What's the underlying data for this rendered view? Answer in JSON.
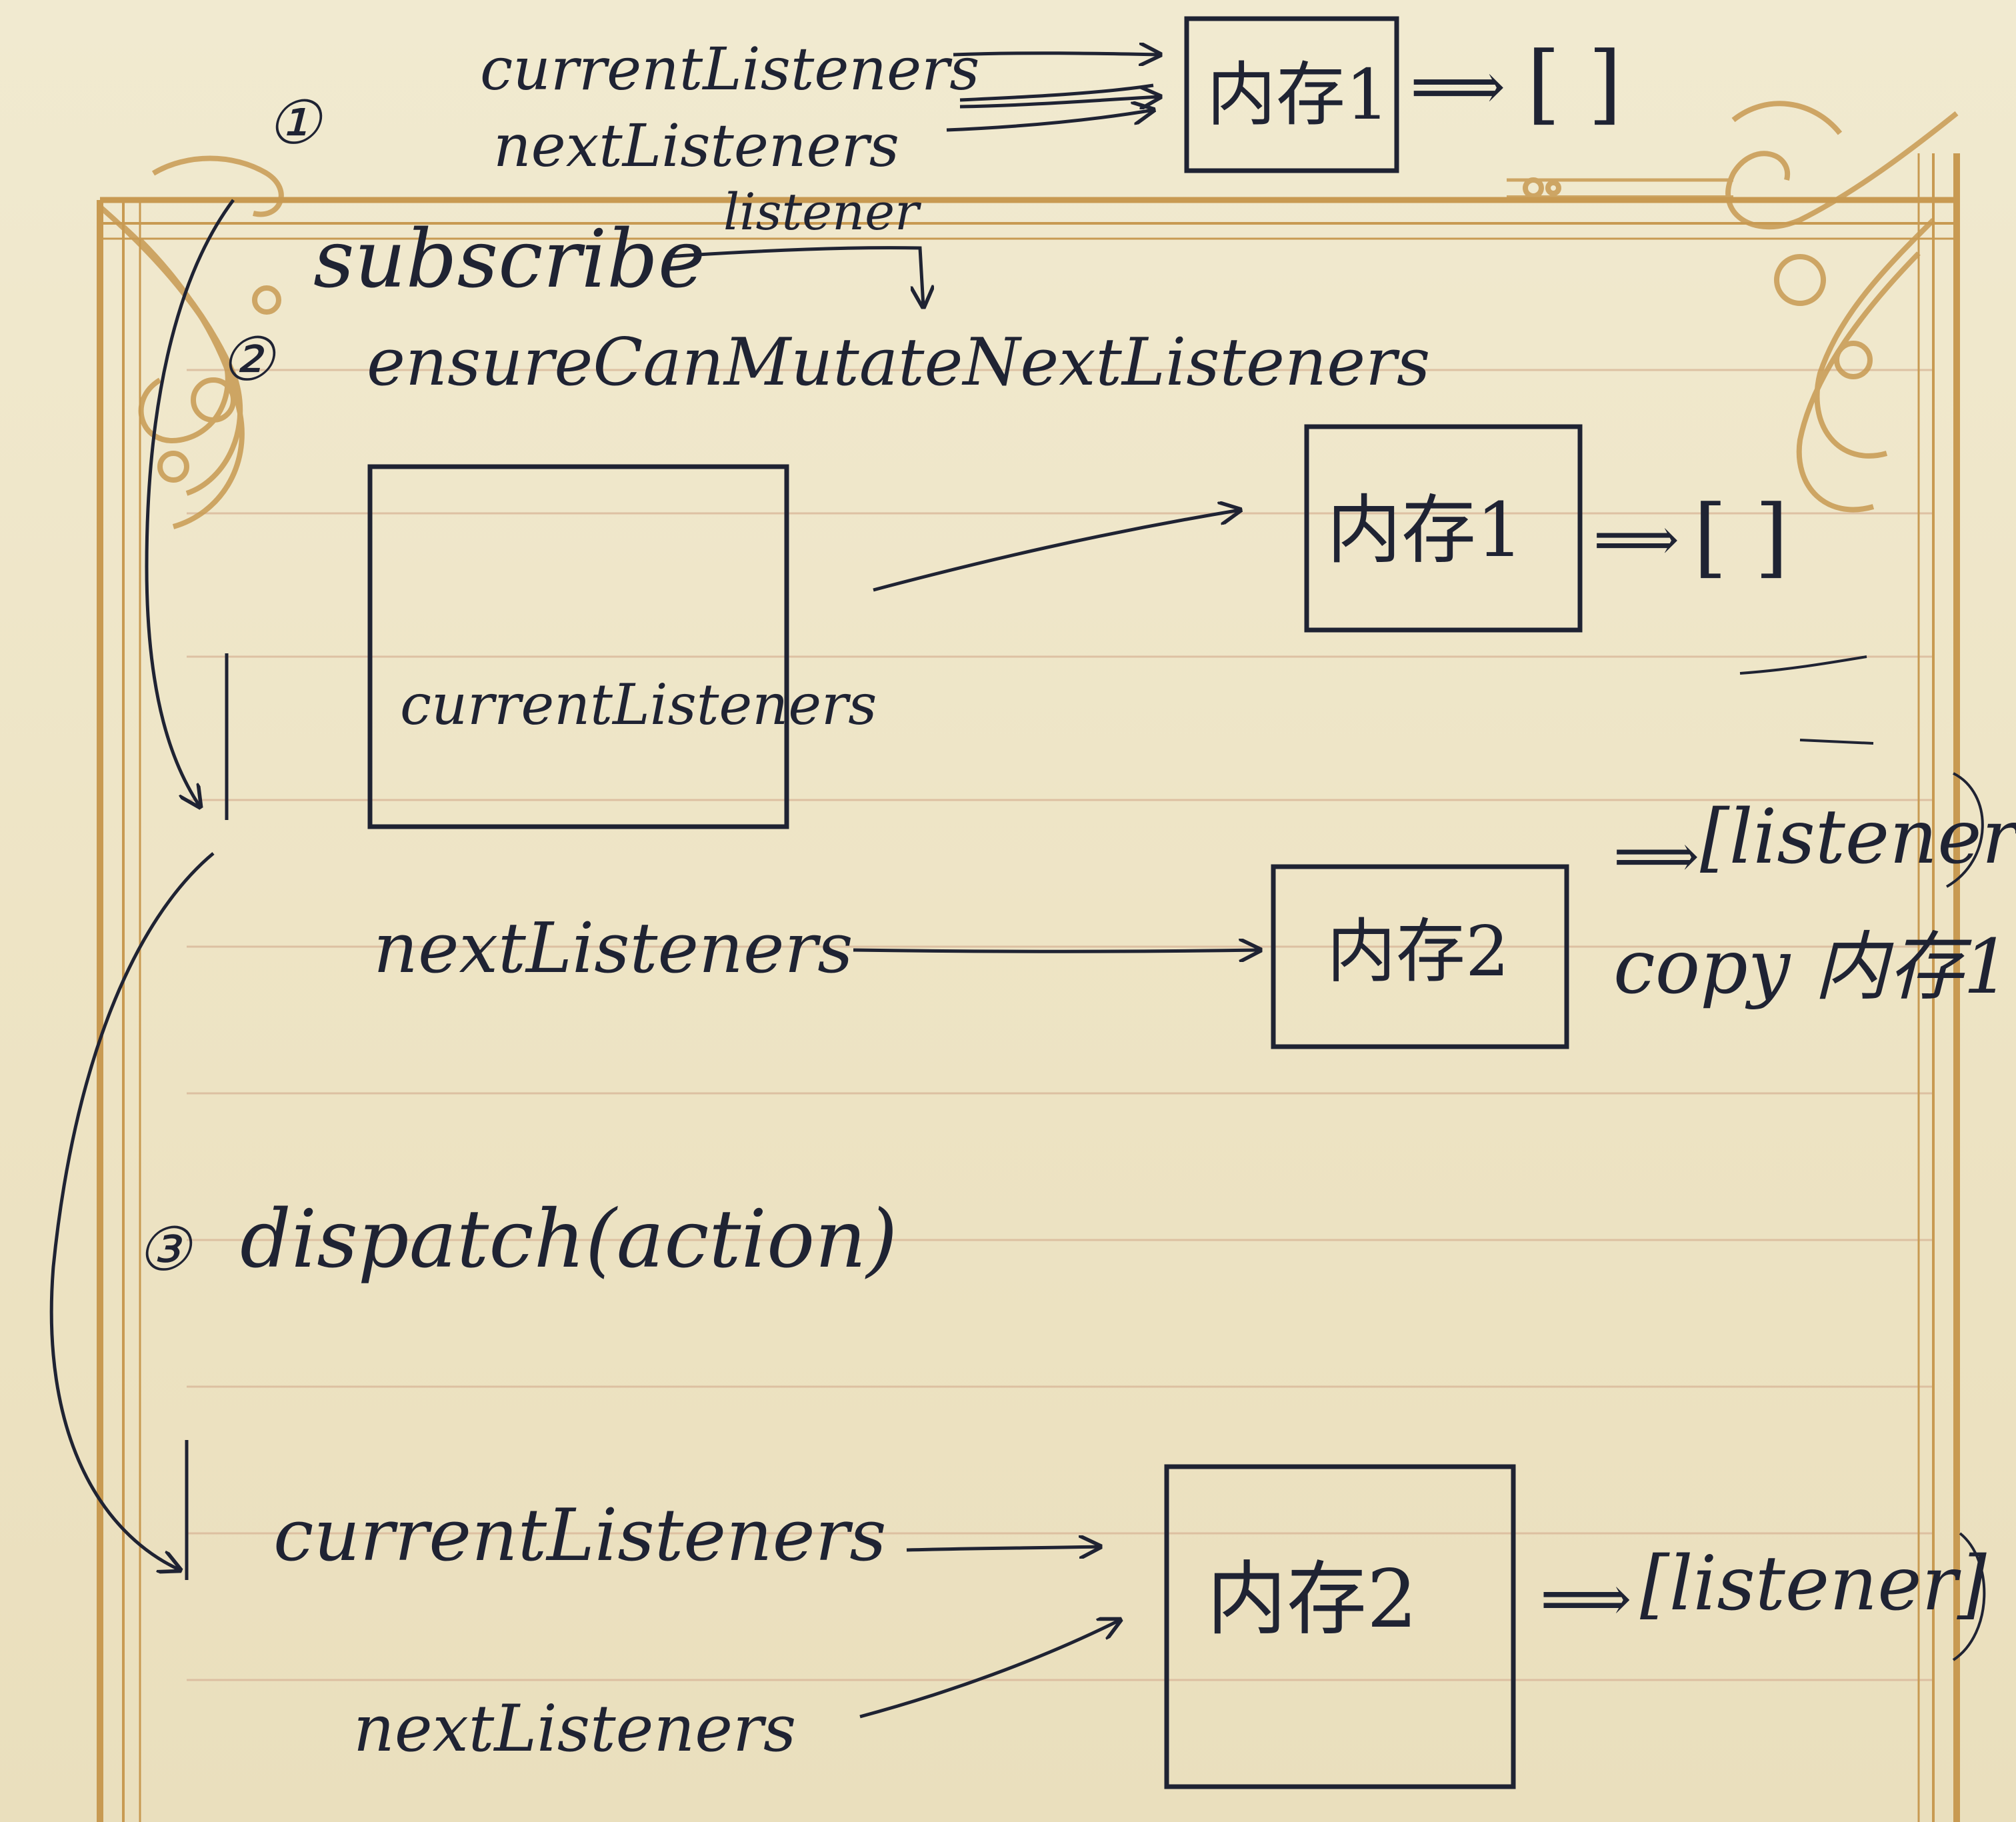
{
  "steps": {
    "one": {
      "marker": "①",
      "current_label": "currentListeners",
      "next_label": "nextListeners",
      "memory_label": "内存1",
      "arrow": "⟹",
      "array_value": "[ ]"
    },
    "subscribe": {
      "label": "subscribe",
      "param_label": "listener"
    },
    "two": {
      "marker": "②",
      "title": "ensureCanMutateNextListeners",
      "current_label": "currentListeners",
      "memory1_label": "内存1",
      "arrow": "⟹",
      "array1_value": "[ ]",
      "next_label": "nextListeners",
      "memory2_label": "内存2",
      "array2_value": "[listener]",
      "copy_note": "copy 内存1"
    },
    "three": {
      "marker": "③",
      "title": "dispatch(action)",
      "current_label": "currentListeners",
      "next_label": "nextListeners",
      "memory_label": "内存2",
      "arrow": "⟹",
      "array_value": "[listener]"
    }
  },
  "colors": {
    "paper": "#efe6c8",
    "ink": "#1f2333",
    "rule_line": "#d9b89a",
    "frame_gold": "#c89a52"
  }
}
